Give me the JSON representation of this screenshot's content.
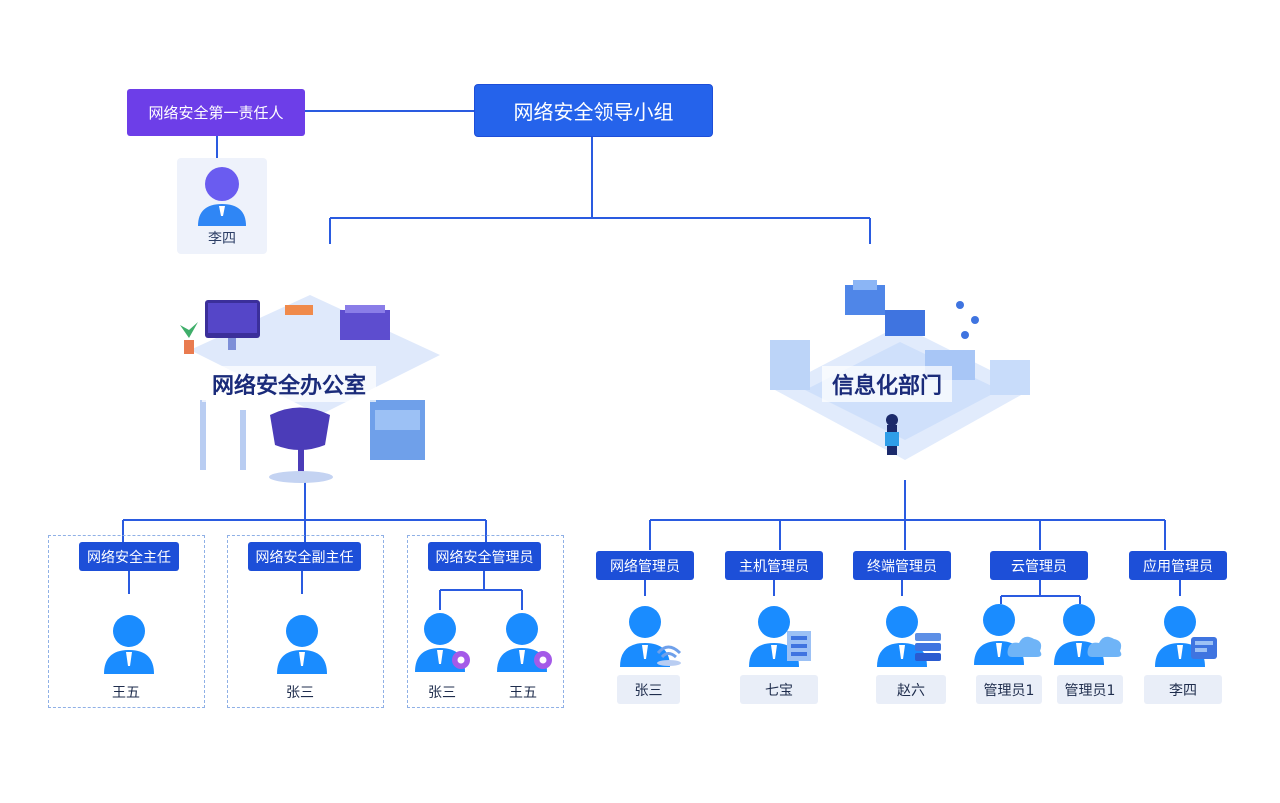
{
  "colors": {
    "primary": "#1d4fd8",
    "accent_purple": "#6d3ee8",
    "line": "#2563eb",
    "avatar": "#1a8cff"
  },
  "leadership": {
    "top_label": "网络安全领导小组",
    "first_responsible_label": "网络安全第一责任人",
    "first_responsible_name": "李四"
  },
  "office": {
    "label": "网络安全办公室",
    "groups": [
      {
        "title": "网络安全主任",
        "members": [
          "王五"
        ]
      },
      {
        "title": "网络安全副主任",
        "members": [
          "张三"
        ]
      },
      {
        "title": "网络安全管理员",
        "members": [
          "张三",
          "王五"
        ]
      }
    ]
  },
  "it_dept": {
    "label": "信息化部门",
    "roles": [
      {
        "title": "网络管理员",
        "members": [
          "张三"
        ],
        "icon": "network-icon"
      },
      {
        "title": "主机管理员",
        "members": [
          "七宝"
        ],
        "icon": "server-icon"
      },
      {
        "title": "终端管理员",
        "members": [
          "赵六"
        ],
        "icon": "terminal-icon"
      },
      {
        "title": "云管理员",
        "members": [
          "管理员1",
          "管理员1"
        ],
        "icon": "cloud-icon"
      },
      {
        "title": "应用管理员",
        "members": [
          "李四"
        ],
        "icon": "app-icon"
      }
    ]
  }
}
